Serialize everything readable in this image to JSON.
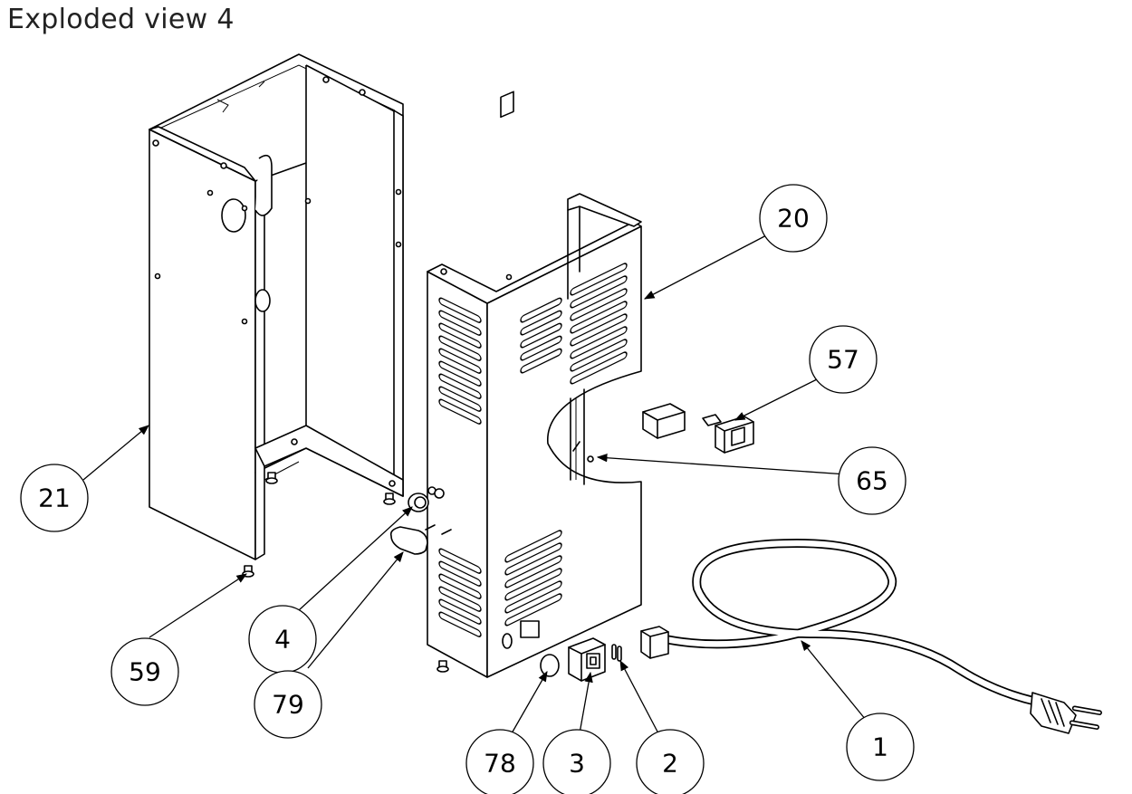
{
  "title": "Exploded view 4",
  "callouts": [
    {
      "label": "21",
      "part": "rear-housing-panel"
    },
    {
      "label": "59",
      "part": "screw"
    },
    {
      "label": "4",
      "part": "grommet"
    },
    {
      "label": "79",
      "part": "foot-pad"
    },
    {
      "label": "20",
      "part": "front-vented-housing"
    },
    {
      "label": "57",
      "part": "rocker-switch"
    },
    {
      "label": "65",
      "part": "pin"
    },
    {
      "label": "78",
      "part": "cap"
    },
    {
      "label": "3",
      "part": "power-inlet-socket"
    },
    {
      "label": "2",
      "part": "fuse"
    },
    {
      "label": "1",
      "part": "power-cord"
    }
  ]
}
